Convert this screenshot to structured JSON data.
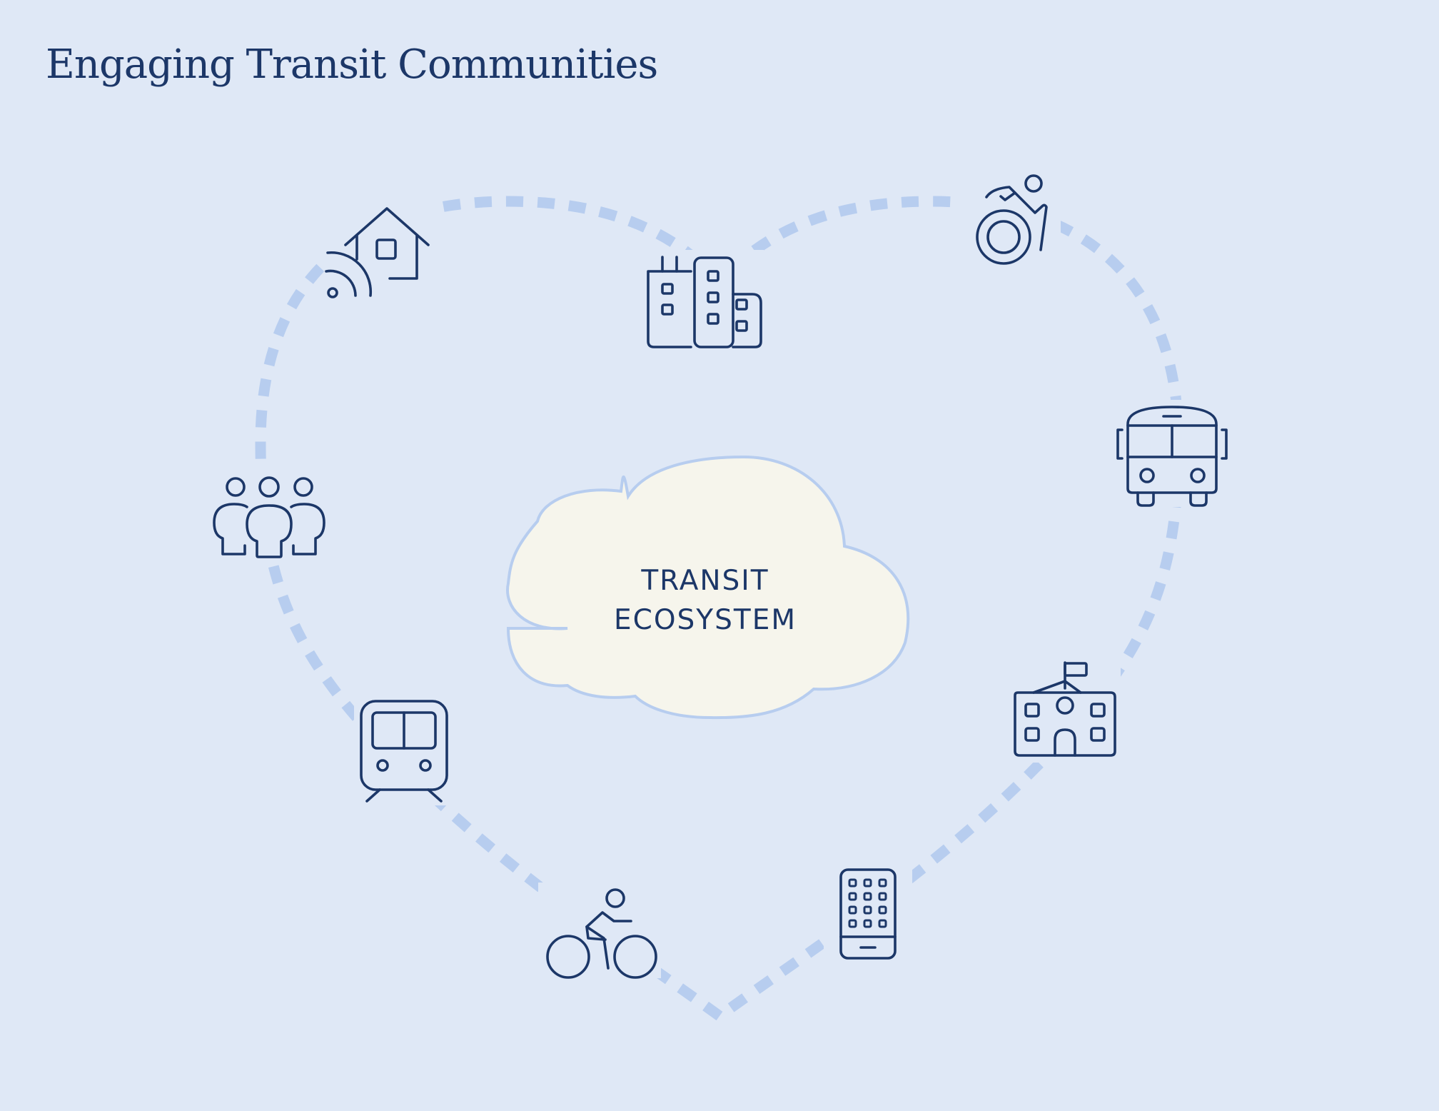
{
  "title": "Engaging Transit Communities",
  "center": {
    "line1": "TRANSIT",
    "line2": "ECOSYSTEM"
  },
  "nodes": [
    {
      "icon": "house-with-signal-icon"
    },
    {
      "icon": "city-buildings-icon"
    },
    {
      "icon": "wheelchair-user-icon"
    },
    {
      "icon": "bus-icon"
    },
    {
      "icon": "school-icon"
    },
    {
      "icon": "smartphone-icon"
    },
    {
      "icon": "cyclist-icon"
    },
    {
      "icon": "train-icon"
    },
    {
      "icon": "people-group-icon"
    }
  ],
  "colors": {
    "background": "#dfe8f6",
    "icon_stroke": "#1c3768",
    "dash_line": "#b7cdef",
    "cloud_fill": "#f6f5ec",
    "cloud_stroke": "#b7cdef"
  }
}
